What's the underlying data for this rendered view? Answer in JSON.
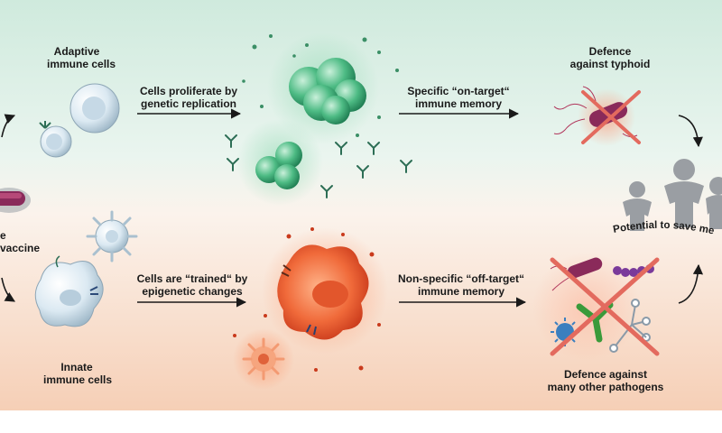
{
  "labels": {
    "adaptive": [
      "Adaptive",
      "immune cells"
    ],
    "innate": [
      "Innate",
      "immune cells"
    ],
    "proliferate": [
      "Cells proliferate by",
      "genetic replication"
    ],
    "trained": [
      "Cells are “trained“ by",
      "epigenetic changes"
    ],
    "specific": [
      "Specific “on-target“",
      "immune memory"
    ],
    "nonspecific": [
      "Non-specific “off-target“",
      "immune memory"
    ],
    "typhoid": [
      "Defence",
      "against typhoid"
    ],
    "pathogens": [
      "Defence against",
      "many other pathogens"
    ],
    "vaccine_partial": [
      "e",
      "vaccine"
    ],
    "potential": "Potential to save me"
  },
  "colors": {
    "top_bg": "#d9efe6",
    "bottom_bg": "#f8dccb",
    "green_cell": "#3fae78",
    "orange_cell": "#ee5a2e",
    "red_cross": "#e36a5e",
    "arrow": "#1a1a1a"
  },
  "icons": [
    "adaptive-cell-icon",
    "innate-cell-icon",
    "green-cell-cluster-icon",
    "orange-trained-cell-icon",
    "antibody-icon",
    "bacterium-icon",
    "red-cross-icon",
    "virus-icon",
    "fungus-icon",
    "people-icon"
  ]
}
